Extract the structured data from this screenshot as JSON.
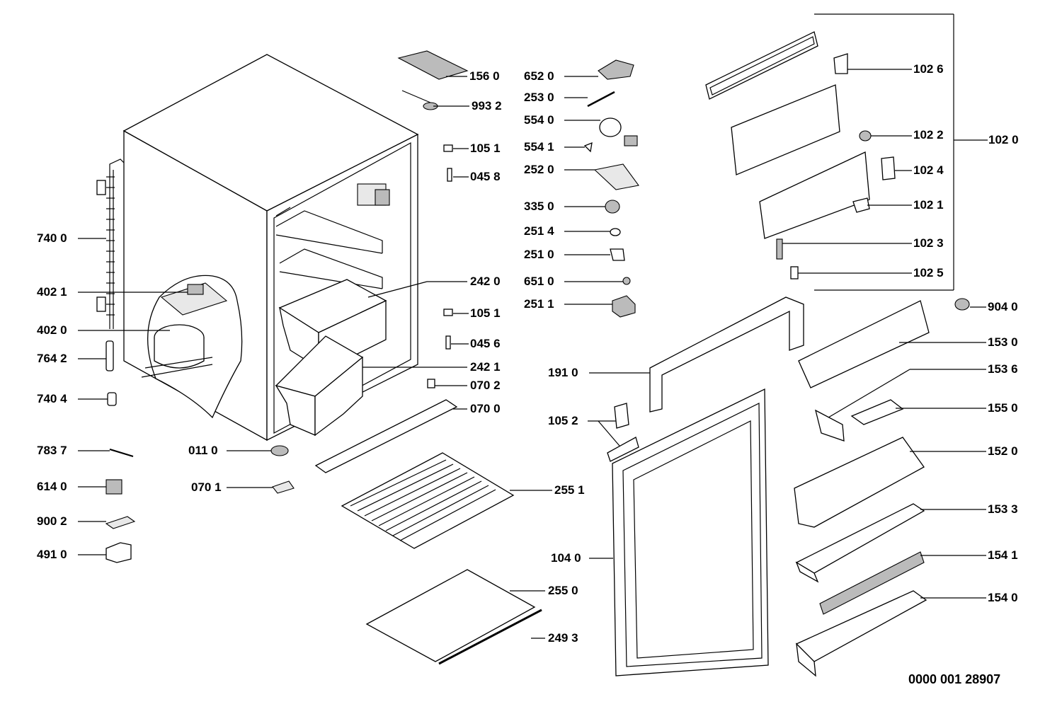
{
  "labels": {
    "l_1560": "156 0",
    "l_9932": "993 2",
    "l_1051a": "105 1",
    "l_0458": "045 8",
    "l_2420": "242 0",
    "l_1051b": "105 1",
    "l_0456": "045 6",
    "l_2421": "242 1",
    "l_0702": "070 2",
    "l_0700": "070 0",
    "l_0110": "011 0",
    "l_0701": "070 1",
    "l_2551": "255 1",
    "l_2550": "255 0",
    "l_2493": "249 3",
    "l_7400": "740 0",
    "l_4021": "402 1",
    "l_4020": "402 0",
    "l_7642": "764 2",
    "l_7404": "740 4",
    "l_7837": "783 7",
    "l_6140": "614 0",
    "l_9002": "900 2",
    "l_4910": "491 0",
    "l_6520": "652 0",
    "l_2530": "253 0",
    "l_5540": "554 0",
    "l_5541": "554 1",
    "l_2520": "252 0",
    "l_3350": "335 0",
    "l_2514": "251 4",
    "l_2510": "251 0",
    "l_6510": "651 0",
    "l_2511": "251 1",
    "l_1026": "102 6",
    "l_1022": "102 2",
    "l_1020": "102 0",
    "l_1024": "102 4",
    "l_1021": "102 1",
    "l_1023": "102 3",
    "l_1025": "102 5",
    "l_9040": "904 0",
    "l_1530": "153 0",
    "l_1536": "153 6",
    "l_1550": "155 0",
    "l_1520": "152 0",
    "l_1533": "153 3",
    "l_1541": "154 1",
    "l_1540": "154 0",
    "l_1910": "191 0",
    "l_1052": "105 2",
    "l_1040": "104 0"
  },
  "doc_number": "0000 001 28907"
}
